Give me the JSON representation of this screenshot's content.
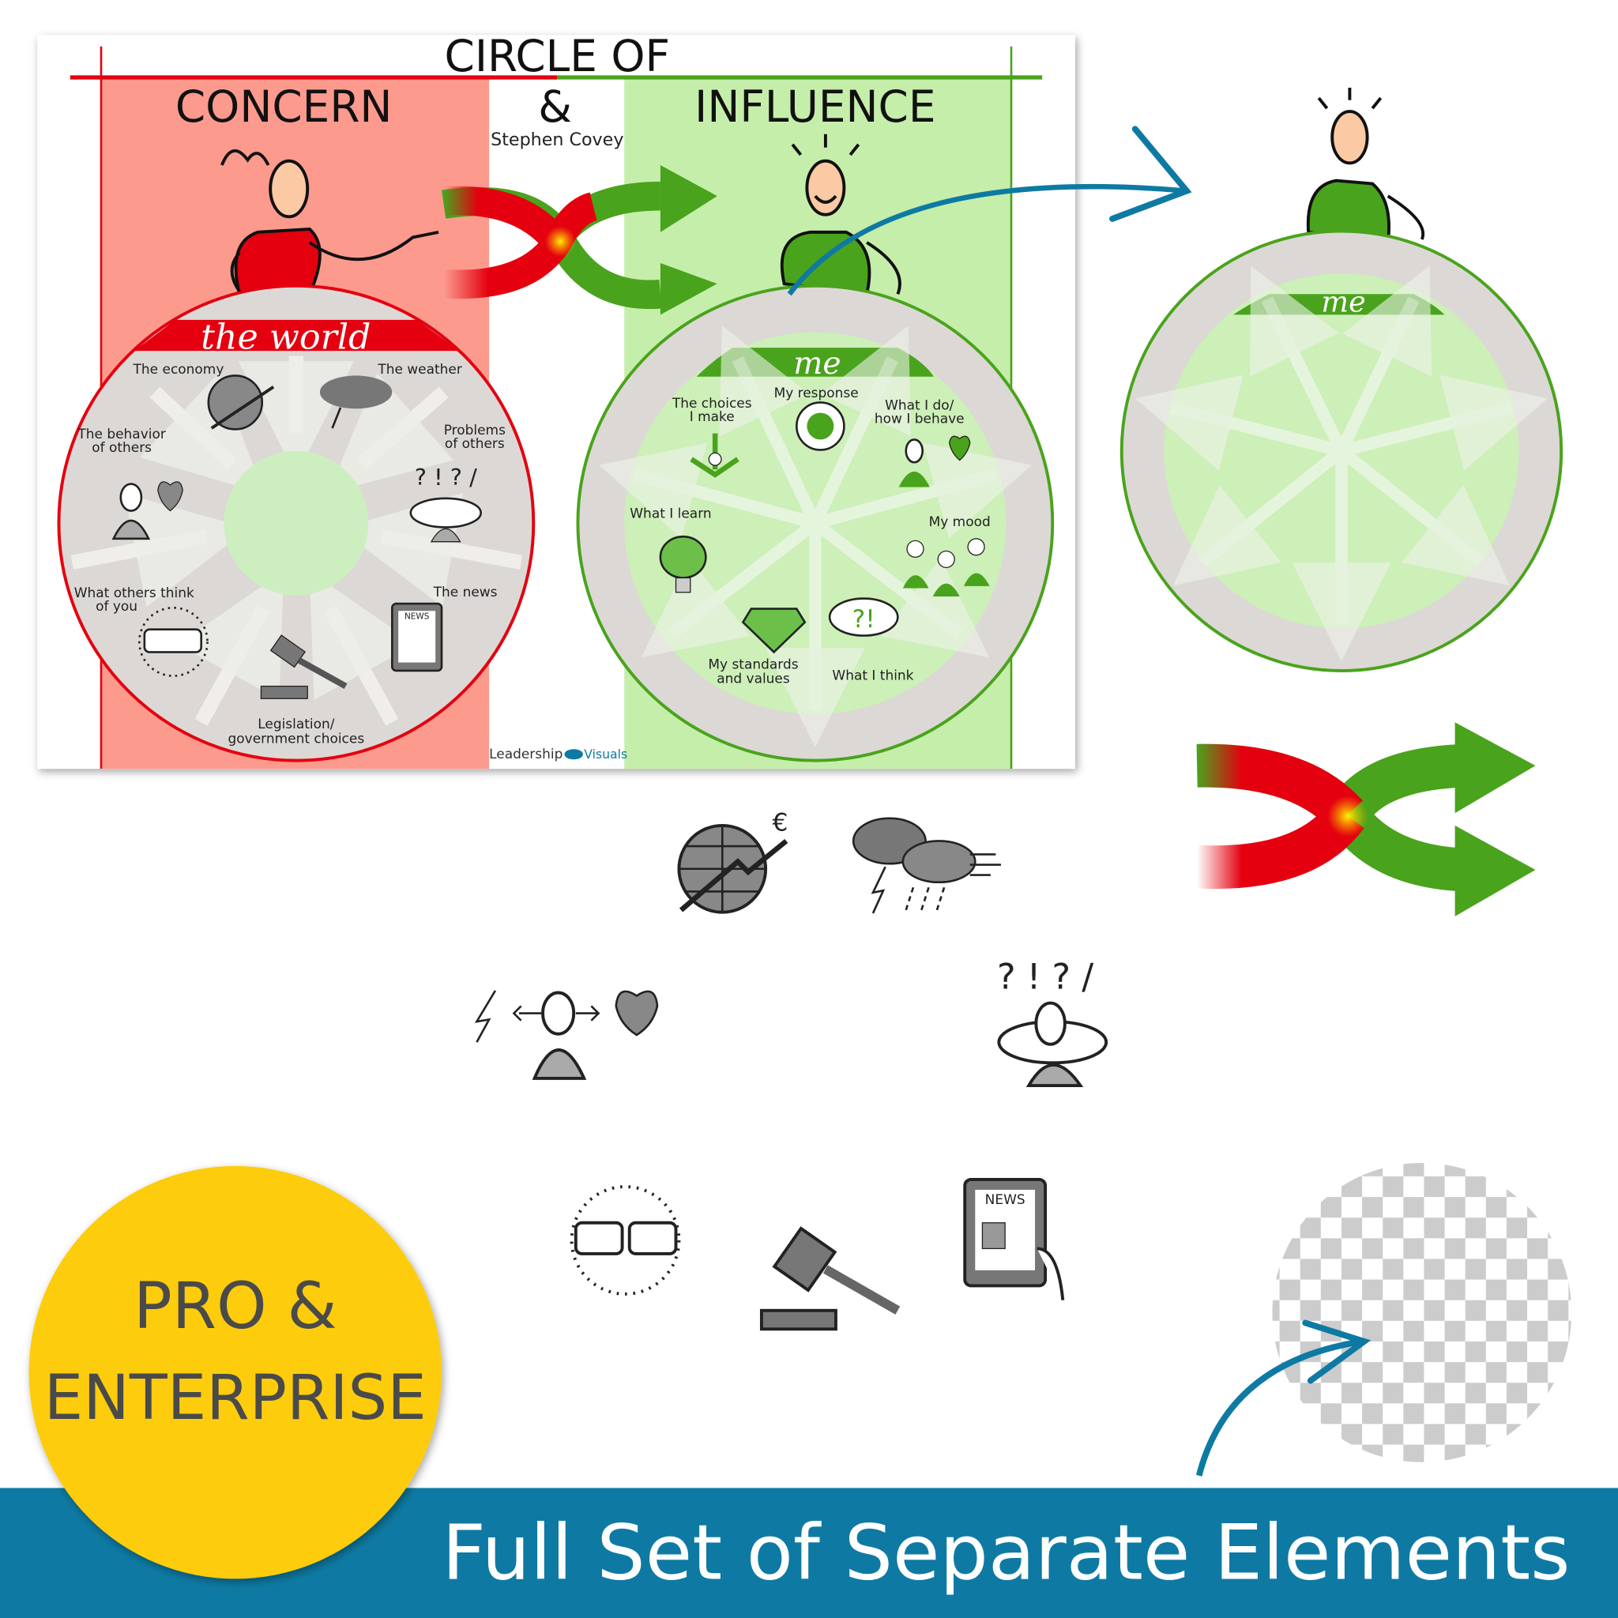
{
  "poster": {
    "title_line1": "CIRCLE OF",
    "concern": "CONCERN",
    "ampersand": "&",
    "influence": "INFLUENCE",
    "author": "Stephen Covey",
    "brand_left": "Leadership",
    "brand_right": "Visuals",
    "concern_band": "the world",
    "influence_band": "me",
    "concern_items": [
      "The economy",
      "The weather",
      "The behavior",
      "of others",
      "Problems",
      "of others",
      "What others think",
      "of you",
      "The news",
      "Legislation/",
      "government choices"
    ],
    "influence_items": [
      "The choices",
      "I make",
      "My response",
      "What I do/",
      "how I behave",
      "What I learn",
      "My mood",
      "My standards",
      "and values",
      "What I think"
    ],
    "news_icon_text": "NEWS"
  },
  "elements": {
    "standalone_circle_band": "me",
    "news_icon_text": "NEWS",
    "economy_currency": "€",
    "problems_marks": "? ! ? /"
  },
  "badge": {
    "line1": "PRO &",
    "line2": "ENTERPRISE"
  },
  "footer": {
    "text": "Full Set of Separate Elements"
  },
  "colors": {
    "concern_red": "#fd9a8e",
    "influence_green": "#c5eeab",
    "accent_green": "#4aa31c",
    "accent_red": "#e4000f",
    "ring_gray": "#dcd8d5",
    "badge_yellow": "#fdcc0b",
    "footer_blue": "#0e7aa3"
  }
}
